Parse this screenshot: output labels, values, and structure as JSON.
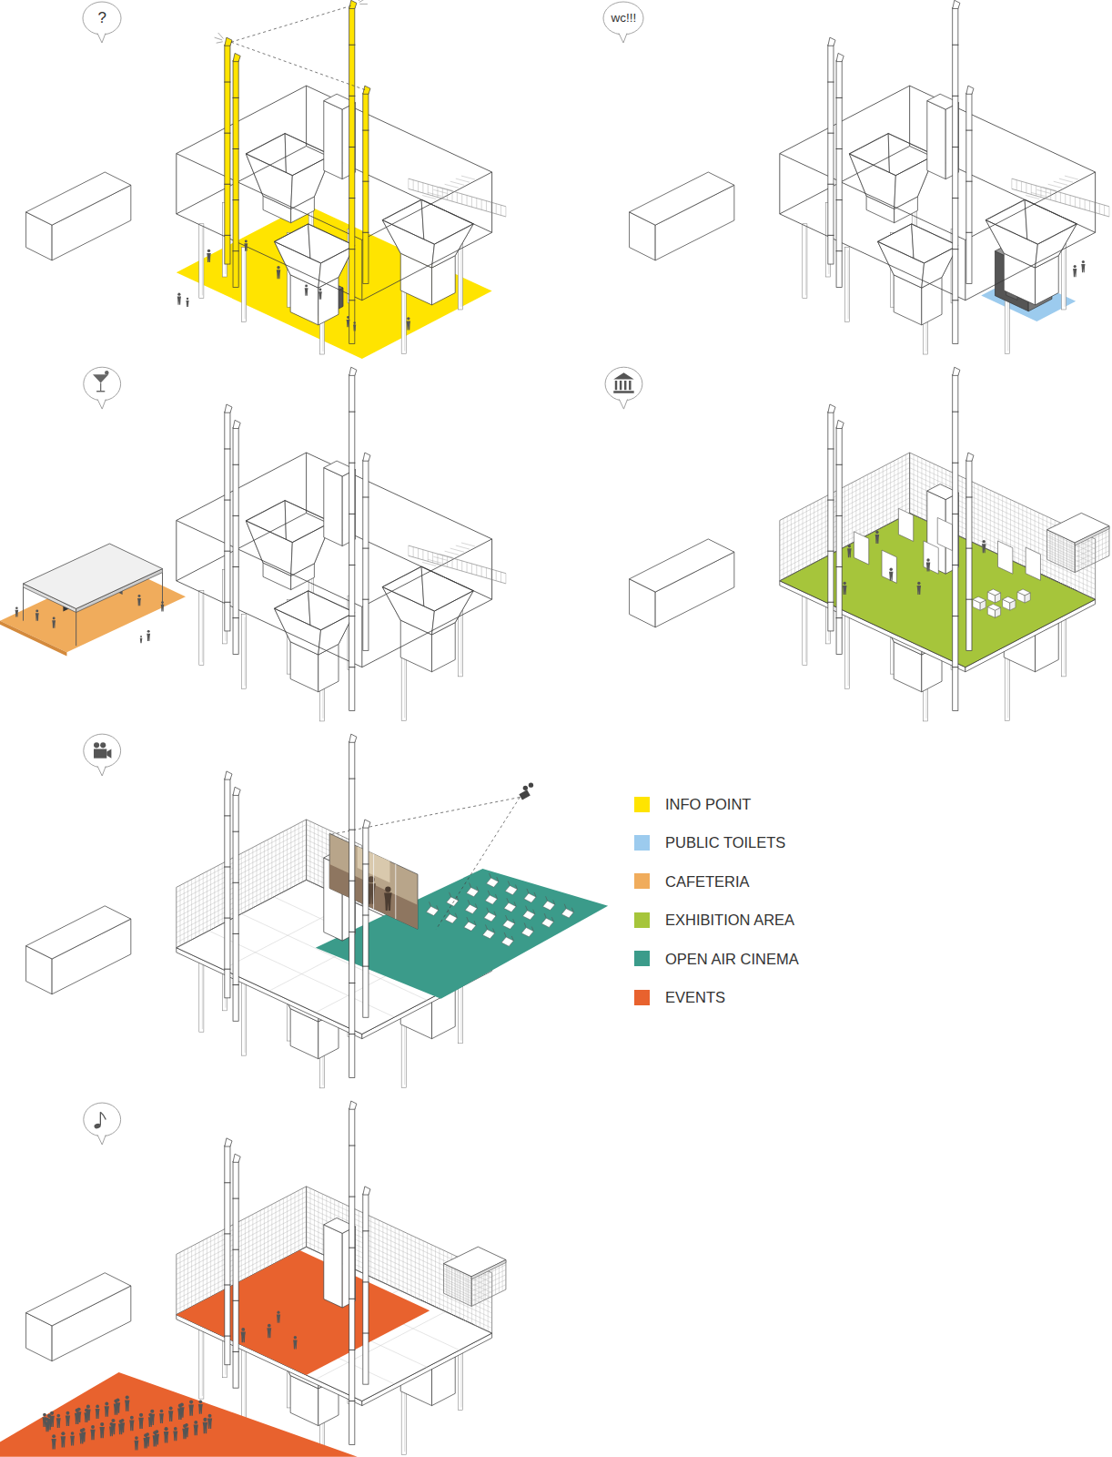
{
  "diagram": {
    "nodes": [
      {
        "text": [
          "?"
        ]
      },
      {
        "text": [
          "wc!!!"
        ]
      }
    ],
    "legend": [
      {
        "text": "INFO POINT",
        "color": "#ffe400"
      },
      {
        "text": "PUBLIC TOILETS",
        "color": "#9ccbee"
      },
      {
        "text": "CAFETERIA",
        "color": "#f0ac5c"
      },
      {
        "text": "EXHIBITION AREA",
        "color": "#a6c53b"
      },
      {
        "text": "OPEN AIR CINEMA",
        "color": "#3b9b8a"
      },
      {
        "text": "EVENTS",
        "color": "#e8622e"
      }
    ]
  }
}
